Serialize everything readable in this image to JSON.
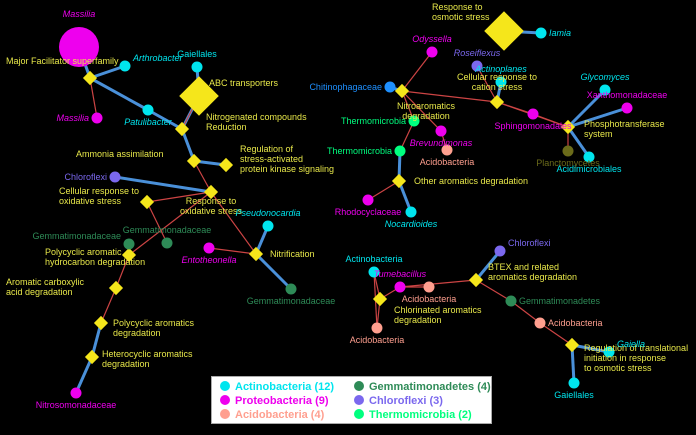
{
  "colors": {
    "edge_blue": "#4a90d9",
    "edge_red": "#cc4444",
    "function_label": "#e8e84a",
    "diamond": "#f5e61b"
  },
  "legend": [
    {
      "name": "Actinobacteria (12)",
      "color": "#00e5ee"
    },
    {
      "name": "Proteobacteria (9)",
      "color": "#ee00ee"
    },
    {
      "name": "Acidobacteria (4)",
      "color": "#ff9f8f"
    },
    {
      "name": "Gemmatimonadetes (4)",
      "color": "#2e8b57"
    },
    {
      "name": "Chloroflexi (3)",
      "color": "#7b68ee"
    },
    {
      "name": "Thermomicrobia (2)",
      "color": "#00ff7f"
    }
  ],
  "taxa": [
    {
      "id": "massilia1",
      "label": "Massilia",
      "group": "Proteobacteria",
      "italic": true,
      "size": "large"
    },
    {
      "id": "arthrobacter",
      "label": "Arthrobacter",
      "group": "Actinobacteria",
      "italic": true
    },
    {
      "id": "gaiellales1",
      "label": "Gaiellales",
      "group": "Actinobacteria"
    },
    {
      "id": "massilia2",
      "label": "Massilia",
      "group": "Proteobacteria",
      "italic": true
    },
    {
      "id": "patulibacter",
      "label": "Patulibacter",
      "group": "Actinobacteria",
      "italic": true
    },
    {
      "id": "chloroflexi1",
      "label": "Chloroflexi",
      "group": "Chloroflexi"
    },
    {
      "id": "pseudonocardia",
      "label": "Pseudonocardia",
      "group": "Actinobacteria",
      "italic": true
    },
    {
      "id": "gemma1",
      "label": "Gemmatimonadaceae",
      "group": "Gemmatimonadetes"
    },
    {
      "id": "gemma2",
      "label": "Gemmatimonadaceae",
      "group": "Gemmatimonadetes"
    },
    {
      "id": "entotheonella",
      "label": "Entotheonella",
      "group": "Proteobacteria",
      "italic": true
    },
    {
      "id": "gemma3",
      "label": "Gemmatimonadaceae",
      "group": "Gemmatimonadetes"
    },
    {
      "id": "nitrosomonadaceae",
      "label": "Nitrosomonadaceae",
      "group": "Proteobacteria"
    },
    {
      "id": "iamia",
      "label": "Iamia",
      "group": "Actinobacteria",
      "italic": true
    },
    {
      "id": "odyssella",
      "label": "Odyssella",
      "group": "Proteobacteria",
      "italic": true
    },
    {
      "id": "roseiflexus",
      "label": "Roseiflexus",
      "group": "Chloroflexi",
      "italic": true
    },
    {
      "id": "actinoplanes",
      "label": "Actinoplanes",
      "group": "Actinobacteria",
      "italic": true
    },
    {
      "id": "glycomyces",
      "label": "Glycomyces",
      "group": "Actinobacteria",
      "italic": true
    },
    {
      "id": "chitinophagaceae",
      "label": "Chitinophagaceae",
      "group": "Chitinophagaceae"
    },
    {
      "id": "xanthomonadaceae",
      "label": "Xanthomonadaceae",
      "group": "Proteobacteria"
    },
    {
      "id": "thermo1",
      "label": "Thermomicrobia",
      "group": "Thermomicrobia"
    },
    {
      "id": "brevundimonas",
      "label": "Brevundimonas",
      "group": "Proteobacteria",
      "italic": true
    },
    {
      "id": "sphingomonadales",
      "label": "Sphingomonadales",
      "group": "Proteobacteria"
    },
    {
      "id": "thermo2",
      "label": "Thermomicrobia",
      "group": "Thermomicrobia"
    },
    {
      "id": "acido1",
      "label": "Acidobacteria",
      "group": "Acidobacteria"
    },
    {
      "id": "planctomycetes",
      "label": "Planctomycetes",
      "group": "Planctomycetes"
    },
    {
      "id": "acidimicrobiales",
      "label": "Acidimicrobiales",
      "group": "Actinobacteria"
    },
    {
      "id": "rhodocyclaceae",
      "label": "Rhodocyclaceae",
      "group": "Proteobacteria"
    },
    {
      "id": "nocardioides",
      "label": "Nocardioides",
      "group": "Actinobacteria",
      "italic": true
    },
    {
      "id": "chloroflexi2",
      "label": "Chloroflexi",
      "group": "Chloroflexi"
    },
    {
      "id": "actinobacteria",
      "label": "Actinobacteria",
      "group": "Actinobacteria"
    },
    {
      "id": "tumebacillus",
      "label": "Tumebacillus",
      "group": "Proteobacteria",
      "italic": true
    },
    {
      "id": "acido2",
      "label": "Acidobacteria",
      "group": "Acidobacteria"
    },
    {
      "id": "gemmatimonadetes",
      "label": "Gemmatimonadetes",
      "group": "Gemmatimonadetes"
    },
    {
      "id": "acido3",
      "label": "Acidobacteria",
      "group": "Acidobacteria"
    },
    {
      "id": "acido4",
      "label": "Acidobacteria",
      "group": "Acidobacteria"
    },
    {
      "id": "gaiella",
      "label": "Gaiella",
      "group": "Actinobacteria",
      "italic": true
    },
    {
      "id": "gaiellales2",
      "label": "Gaiellales",
      "group": "Actinobacteria"
    }
  ],
  "functions": [
    {
      "id": "mfs",
      "label": [
        "Major Facilitator superfamily"
      ],
      "size": "small"
    },
    {
      "id": "abc",
      "label": [
        "ABC transporters"
      ],
      "size": "large"
    },
    {
      "id": "nitrogen_red",
      "label": [
        "Nitrogenated compounds",
        "Reduction"
      ],
      "size": "small"
    },
    {
      "id": "ammonia",
      "label": [
        "Ammonia assimilation"
      ],
      "size": "small"
    },
    {
      "id": "stress_kinase",
      "label": [
        "Regulation of",
        "stress-activated",
        "protein kinase signaling"
      ],
      "size": "small"
    },
    {
      "id": "resp_ox1",
      "label": [
        "Response to",
        "oxidative stress"
      ],
      "size": "small"
    },
    {
      "id": "cell_resp_ox",
      "label": [
        "Cellular response to",
        "oxidative stress"
      ],
      "size": "small"
    },
    {
      "id": "nitrification",
      "label": [
        "Nitrification"
      ],
      "size": "small"
    },
    {
      "id": "pah_deg",
      "label": [
        "Polycyclic aromatic",
        "hydrocarbon degradation"
      ],
      "size": "small"
    },
    {
      "id": "aromatic_carbox",
      "label": [
        "Aromatic carboxylic",
        "acid degradation"
      ],
      "size": "small"
    },
    {
      "id": "poly_arom",
      "label": [
        "Polycyclic aromatics",
        "degradation"
      ],
      "size": "small"
    },
    {
      "id": "hetero_arom",
      "label": [
        "Heterocyclic aromatics",
        "degradation"
      ],
      "size": "small"
    },
    {
      "id": "osmotic",
      "label": [
        "Response to",
        "osmotic stress"
      ],
      "size": "large"
    },
    {
      "id": "nitroarom",
      "label": [
        "Nitroaromatics",
        "degradation"
      ],
      "size": "small"
    },
    {
      "id": "cell_cation",
      "label": [
        "Cellular response to",
        "cation stress"
      ],
      "size": "small"
    },
    {
      "id": "phosphotrans",
      "label": [
        "Phosphotransferase",
        "system"
      ],
      "size": "small"
    },
    {
      "id": "other_arom",
      "label": [
        "Other aromatics degradation"
      ],
      "size": "small"
    },
    {
      "id": "btex",
      "label": [
        "BTEX and related",
        "aromatics degradation"
      ],
      "size": "small"
    },
    {
      "id": "chlor_arom",
      "label": [
        "Chlorinated aromatics",
        "degradation"
      ],
      "size": "small"
    },
    {
      "id": "transl_reg",
      "label": [
        "Regulation of translational",
        "initiation in response",
        "to osmotic stress"
      ],
      "size": "small"
    }
  ]
}
